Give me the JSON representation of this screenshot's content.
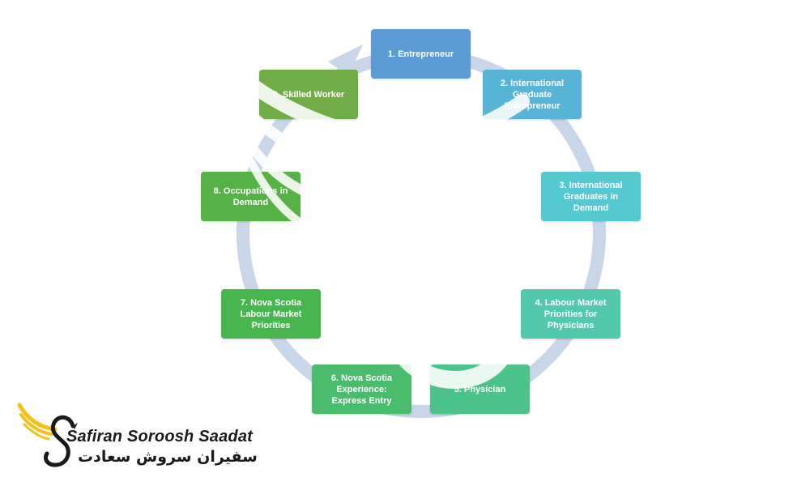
{
  "diagram": {
    "ring_color": "#c9d6ea",
    "nodes": [
      {
        "label": "1. Entrepreneur",
        "color": "#5b9bd5"
      },
      {
        "label": "2. International Graduate Entrepreneur",
        "color": "#58b4d6"
      },
      {
        "label": "3. International Graduates in Demand",
        "color": "#55c9d0"
      },
      {
        "label": "4. Labour Market Priorities for Physicians",
        "color": "#52c9ad"
      },
      {
        "label": "5. Physician",
        "color": "#4cc38a"
      },
      {
        "label": "6. Nova Scotia Experience: Express Entry",
        "color": "#49bd6b"
      },
      {
        "label": "7. Nova Scotia Labour Market Priorities",
        "color": "#47b64f"
      },
      {
        "label": "8. Occupations in Demand",
        "color": "#56b246"
      },
      {
        "label": "9. Skilled Worker",
        "color": "#70ad47"
      }
    ]
  },
  "logo": {
    "name_latin": "Safiran Soroosh Saadat",
    "name_persian": "سفیران سروش سعادت",
    "icon": "winged-s-logo-icon",
    "accent": "#f2c21b"
  }
}
